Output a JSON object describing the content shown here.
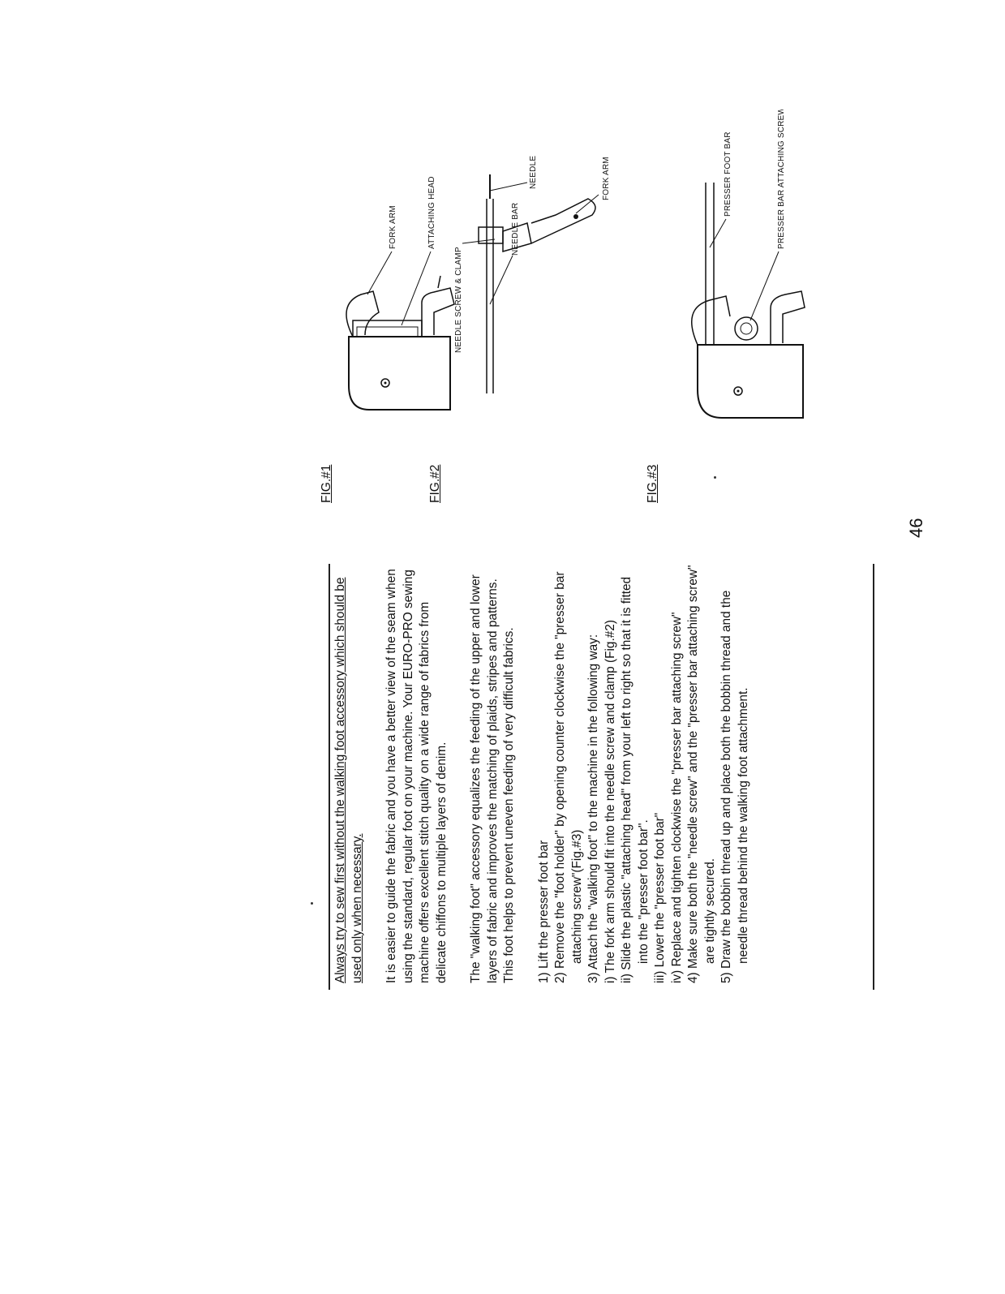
{
  "intro_note": "Always try to sew first without the walking foot accessory which should be used only when necessary.",
  "paragraphs": [
    "It is easier to guide the fabric and you have a better view of the seam when using the standard, regular foot on your machine. Your EURO-PRO sewing machine offers excellent stitch quality on a wide range of fabrics from delicate chiffons to multiple layers of denim.",
    "The \"walking foot\" accessory equalizes the feeding of the upper and lower layers of fabric and improves the matching of plaids, stripes and patterns. This foot helps to prevent uneven feeding of very difficult fabrics."
  ],
  "steps": [
    {
      "marker": "1)",
      "text": "Lift the presser foot bar",
      "sub": false
    },
    {
      "marker": "2)",
      "text": "Remove the \"foot holder\" by opening counter clockwise the \"presser bar attaching screw\"(Fig.#3)",
      "sub": false
    },
    {
      "marker": "3)",
      "text": "Attach the \"walking foot\" to the machine in the following way:",
      "sub": false
    },
    {
      "marker": "i)",
      "text": "The fork arm should fit into the needle screw and clamp (Fig.#2)",
      "sub": true
    },
    {
      "marker": "ii)",
      "text": "Slide the plastic \"attaching head\" from your left to right so that it is fitted into the \"presser foot bar\".",
      "sub": true
    },
    {
      "marker": "iii)",
      "text": "Lower the \"presser foot bar\"",
      "sub": true
    },
    {
      "marker": "iv)",
      "text": "Replace and tighten clockwise the \"presser bar attaching screw\"",
      "sub": true
    },
    {
      "marker": "4)",
      "text": "Make sure both the \"needle screw\" and the \"presser bar attaching screw\" are tightly secured.",
      "sub": false
    },
    {
      "marker": "5)",
      "text": "Draw the bobbin thread up and place both the bobbin thread and the needle thread behind the walking foot attachment.",
      "sub": false
    }
  ],
  "figures": {
    "fig1": {
      "label": "FIG.#1",
      "callouts": [
        "FORK ARM",
        "ATTACHING HEAD"
      ]
    },
    "fig2": {
      "label": "FIG.#2",
      "callouts": [
        "NEEDLE BAR",
        "FORK ARM",
        "NEEDLE SCREW & CLAMP",
        "NEEDLE"
      ]
    },
    "fig3": {
      "label": "FIG.#3",
      "callouts": [
        "PRESSER FOOT BAR",
        "PRESSER BAR ATTACHING SCREW"
      ]
    }
  },
  "page_number": "46"
}
